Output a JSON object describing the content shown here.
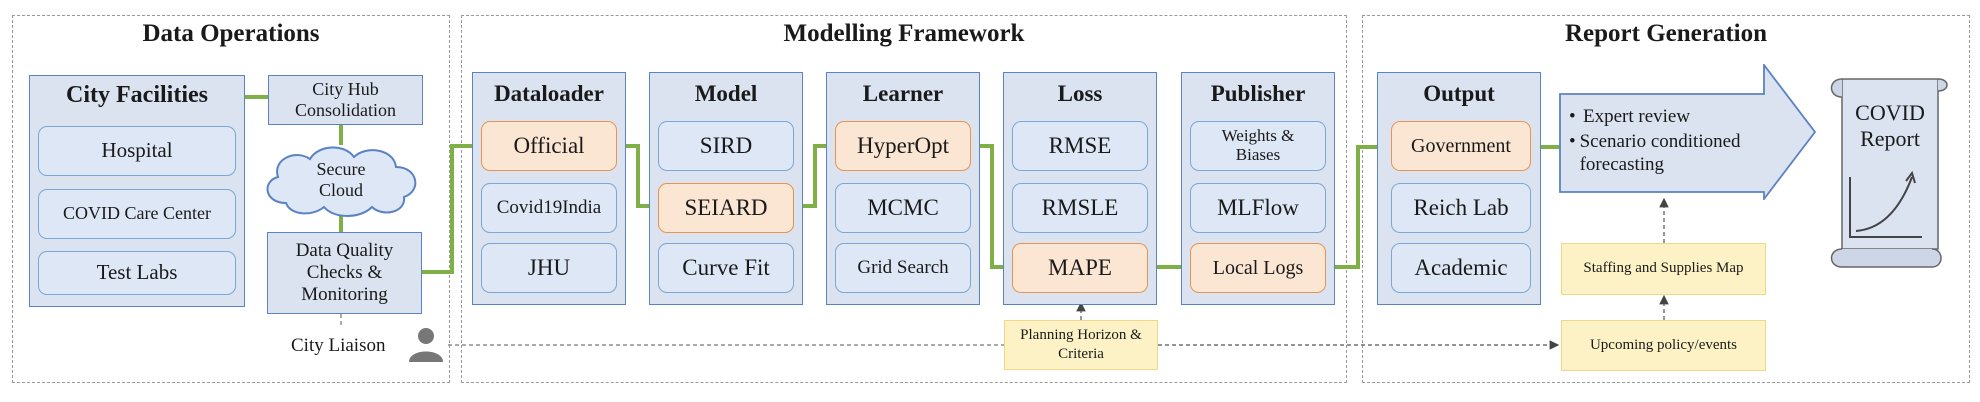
{
  "sections": {
    "data_ops": "Data Operations",
    "modelling": "Modelling Framework",
    "report": "Report Generation"
  },
  "data_ops": {
    "city_facilities": {
      "title": "City Facilities",
      "items": [
        "Hospital",
        "COVID Care Center",
        "Test Labs"
      ]
    },
    "city_hub": "City Hub Consolidation",
    "secure_cloud": "Secure Cloud",
    "data_quality": "Data Quality Checks & Monitoring",
    "city_liaison": "City Liaison"
  },
  "framework": {
    "dataloader": {
      "title": "Dataloader",
      "items": [
        "Official",
        "Covid19India",
        "JHU"
      ]
    },
    "model": {
      "title": "Model",
      "items": [
        "SIRD",
        "SEIARD",
        "Curve Fit"
      ]
    },
    "learner": {
      "title": "Learner",
      "items": [
        "HyperOpt",
        "MCMC",
        "Grid Search"
      ]
    },
    "loss": {
      "title": "Loss",
      "items": [
        "RMSE",
        "RMSLE",
        "MAPE"
      ]
    },
    "publisher": {
      "title": "Publisher",
      "items": [
        "Weights & Biases",
        "MLFlow",
        "Local Logs"
      ]
    },
    "planning": "Planning Horizon & Criteria"
  },
  "report": {
    "output": {
      "title": "Output",
      "items": [
        "Government",
        "Reich Lab",
        "Academic"
      ]
    },
    "arrow_items": [
      "Expert review",
      "Scenario conditioned forecasting"
    ],
    "staffing": "Staffing and Supplies Map",
    "upcoming": "Upcoming policy/events",
    "covid_report": "COVID Report"
  },
  "colors": {
    "panel_fill": "#dbe3f1",
    "panel_border": "#5b82c2",
    "highlight_fill": "#fbe5d3",
    "highlight_border": "#e79450",
    "connector_green": "#7fb048",
    "note_fill": "#fdf2c6"
  }
}
